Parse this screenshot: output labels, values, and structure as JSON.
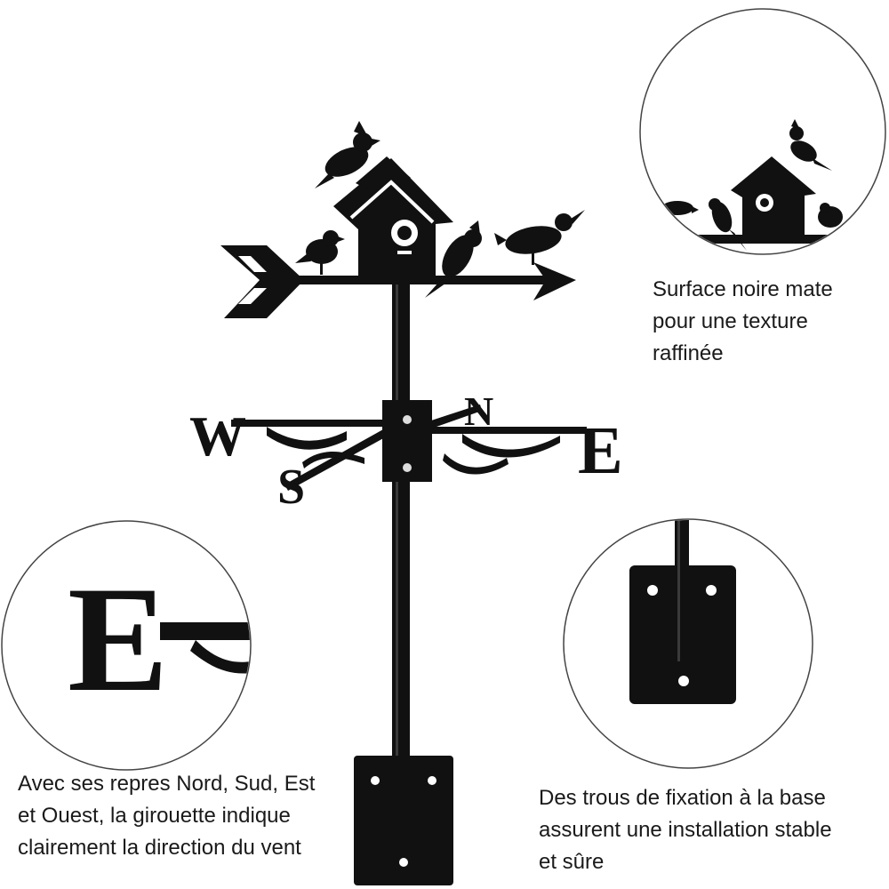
{
  "main_product": {
    "compass_letters": {
      "west": "W",
      "east": "E",
      "north": "N",
      "south": "S"
    }
  },
  "details": {
    "top_right": {
      "caption_lines": [
        "Surface noire mate",
        "pour une texture",
        "raffinée"
      ]
    },
    "bottom_left": {
      "letter": "E",
      "caption_lines": [
        "Avec ses repres Nord, Sud, Est",
        "et Ouest, la girouette indique",
        "clairement la direction du vent"
      ]
    },
    "bottom_right": {
      "caption_lines": [
        "Des trous de fixation à la base",
        "assurent une installation stable",
        "et sûre"
      ]
    }
  },
  "colors": {
    "metal": "#111111",
    "circle_border": "#444444",
    "background": "#ffffff"
  }
}
